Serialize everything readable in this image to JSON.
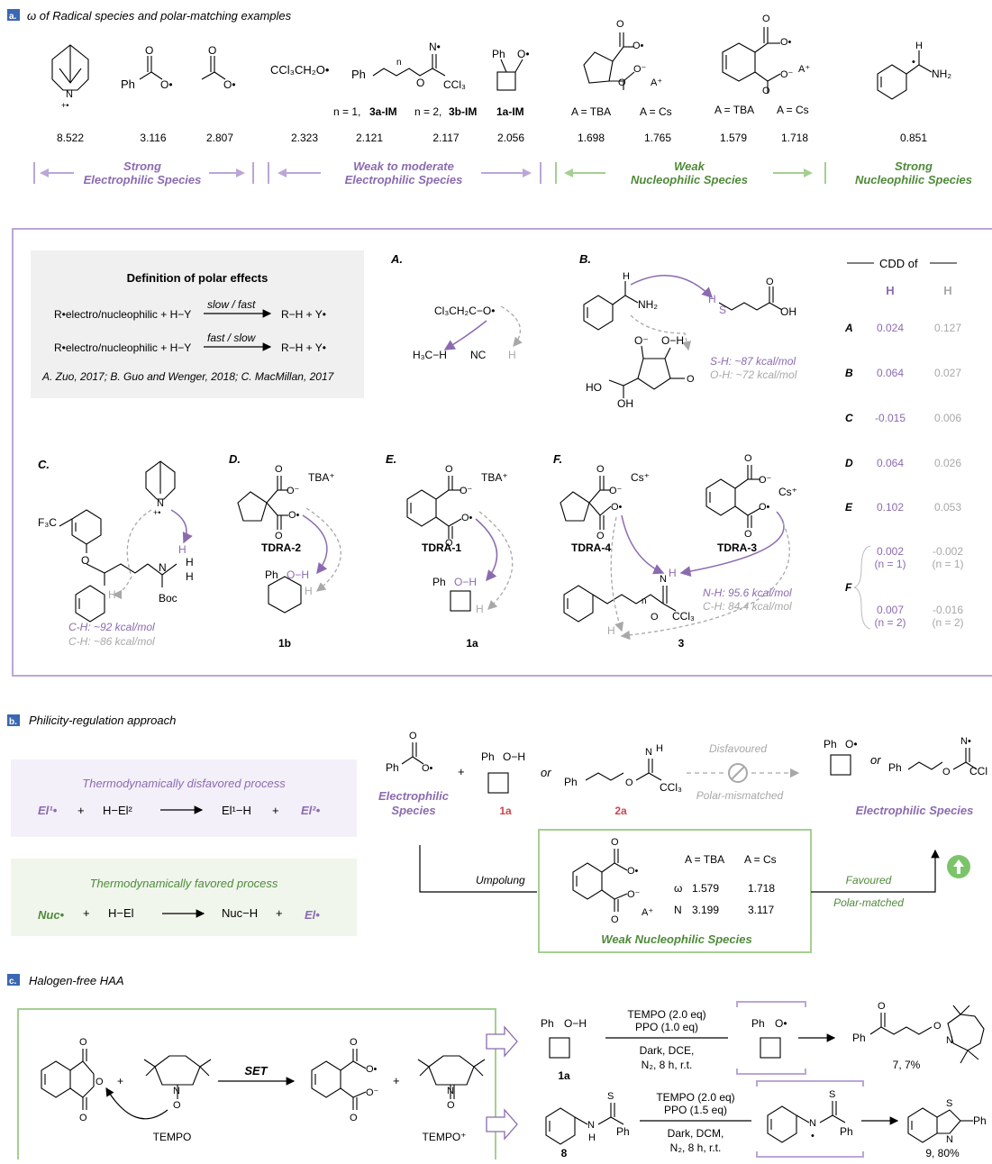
{
  "panel_a": {
    "tag": "a.",
    "title": "ω of Radical species and polar-matching examples",
    "species_labels": {
      "ccl3ch2o": "CCl₃CH₂O•",
      "ph_a": "Ph",
      "ph_b": "Ph",
      "ph_c": "Ph",
      "nh2": "NH₂",
      "ccl3": "CCl₃",
      "n_sub": "n",
      "aplus_1": "A⁺",
      "aplus_2": "A⁺",
      "o_minus": "O⁻"
    },
    "compound_labels": {
      "c3a_prefix": "n = 1,",
      "c3a": "3a-IM",
      "c3b_prefix": "n = 2,",
      "c3b": "3b-IM",
      "c1a": "1a-IM",
      "a_tba_1": "A = TBA",
      "a_cs_1": "A = Cs",
      "a_tba_2": "A = TBA",
      "a_cs_2": "A = Cs"
    },
    "omega_values": [
      "8.522",
      "3.116",
      "2.807",
      "2.323",
      "2.121",
      "2.117",
      "2.056",
      "1.698",
      "1.765",
      "1.579",
      "1.718",
      "0.851"
    ],
    "categories": [
      {
        "line1": "Strong",
        "line2": "Electrophilic Species"
      },
      {
        "line1": "Weak to moderate",
        "line2": "Electrophilic Species"
      },
      {
        "line1": "Weak",
        "line2": "Nucleophilic Species"
      },
      {
        "line1": "Strong",
        "line2": "Nucleophilic Species"
      }
    ],
    "definition": {
      "title": "Definition of polar effects",
      "eq1_lhs": "R•electro/nucleophilic +  H−Y",
      "eq1_arrow": "slow / fast",
      "eq1_rhs": "R−H  +  Y•",
      "eq2_lhs": "R•electro/nucleophilic +  H−Y",
      "eq2_arrow": "fast / slow",
      "eq2_rhs": "R−H  +  Y•",
      "refs": "A. Zuo, 2017; B. Guo and Wenger, 2018; C. MacMillan, 2017"
    },
    "case_labels": {
      "A": "A.",
      "B": "B.",
      "C": "C.",
      "D": "D.",
      "E": "E.",
      "F": "F."
    },
    "case_texts": {
      "a_ccl3ch2o": "Cl₃CH₂C−O•",
      "a_h3ch": "H₃C−H",
      "a_nc": "NC",
      "b_nh2": "NH₂",
      "b_oh": "OH",
      "b_sh": "S-H: ~87 kcal/mol",
      "b_oh_bde": "O-H: ~72 kcal/mol",
      "b_ho": "HO",
      "b_oh2": "OH",
      "c_f3c": "F₃C",
      "c_boc": "Boc",
      "c_ch1": "C-H: ~92 kcal/mol",
      "c_ch2": "C-H: ~86 kcal/mol",
      "d_tba": "TBA⁺",
      "d_name": "TDRA-2",
      "d_ph": "Ph",
      "d_cmpd": "1b",
      "e_tba": "TBA⁺",
      "e_name": "TDRA-1",
      "e_ph": "Ph",
      "e_cmpd": "1a",
      "f_cs1": "Cs⁺",
      "f_cs2": "Cs⁺",
      "f_name1": "TDRA-4",
      "f_name2": "TDRA-3",
      "f_nh": "N-H: 95.6 kcal/mol",
      "f_ch": "C-H: 84.4 kcal/mol",
      "f_ccl3": "CCl₃",
      "f_cmpd": "3"
    },
    "cdd": {
      "title": "CDD of",
      "col1": "H",
      "col2": "H",
      "rows": [
        {
          "label": "A",
          "v1": "0.024",
          "v2": "0.127"
        },
        {
          "label": "B",
          "v1": "0.064",
          "v2": "0.027"
        },
        {
          "label": "C",
          "v1": "-0.015",
          "v2": "0.006"
        },
        {
          "label": "D",
          "v1": "0.064",
          "v2": "0.026"
        },
        {
          "label": "E",
          "v1": "0.102",
          "v2": "0.053"
        }
      ],
      "f_label": "F",
      "f_rows": [
        {
          "v1": "0.002",
          "n1": "(n = 1)",
          "v2": "-0.002",
          "n2": "(n = 1)"
        },
        {
          "v1": "0.007",
          "n1": "(n = 2)",
          "v2": "-0.016",
          "n2": "(n = 2)"
        }
      ]
    }
  },
  "panel_b": {
    "tag": "b.",
    "title": "Philicity-regulation approach",
    "disfavored_title": "Thermodynamically disfavored process",
    "disfavored_eq": {
      "a": "El¹•",
      "plus1": "+",
      "b": "H−El²",
      "c": "El¹−H",
      "plus2": "+",
      "d": "El²•"
    },
    "favored_title": "Thermodynamically favored process",
    "favored_eq": {
      "a": "Nuc•",
      "plus1": "+",
      "b": "H−El",
      "c": "Nuc−H",
      "plus2": "+",
      "d": "El•"
    },
    "electrophilic_left": {
      "line1": "Electrophilic",
      "line2": "Species"
    },
    "electrophilic_right": "Electrophilic Species",
    "or1": "or",
    "or2": "or",
    "plus": "+",
    "cmpd_1a": "1a",
    "cmpd_2a": "2a",
    "ph_labels": [
      "Ph",
      "Ph",
      "Ph",
      "Ph",
      "Ph"
    ],
    "oh_label": "O−H",
    "ccl3": "CCl₃",
    "ccl3_trunc": "CCl",
    "disfavoured": "Disfavoured",
    "polar_mismatched": "Polar-mismatched",
    "umpolung": "Umpolung",
    "favoured": "Favoured",
    "polar_matched": "Polar-matched",
    "weak_nuc": "Weak Nucleophilic Species",
    "aplus": "A⁺",
    "table": {
      "h1": "A = TBA",
      "h2": "A = Cs",
      "r1_label": "ω",
      "r1_v1": "1.579",
      "r1_v2": "1.718",
      "r2_label": "N",
      "r2_v1": "3.199",
      "r2_v2": "3.117"
    }
  },
  "panel_c": {
    "tag": "c.",
    "title": "Halogen-free HAA",
    "set": "SET",
    "tempo": "TEMPO",
    "tempo_plus": "TEMPO⁺",
    "plus": "+",
    "cond1": [
      "TEMPO (2.0 eq)",
      "PPO (1.0 eq)",
      "Dark, DCE,",
      "N₂, 8 h, r.t."
    ],
    "cond2": [
      "TEMPO (2.0 eq)",
      "PPO (1.5 eq)",
      "Dark, DCM,",
      "N₂, 8 h, r.t."
    ],
    "cmpd_1a": "1a",
    "cmpd_8": "8",
    "prod7": "7, 7%",
    "prod9": "9, 80%",
    "ph": "Ph",
    "oh": "O−H"
  },
  "colors": {
    "purple": "#8b6bb0",
    "green": "#4f8a3a",
    "red": "#d0454c",
    "gray": "#a8a8a8",
    "box_purple": "#bba6d6",
    "box_green": "#a5cf92"
  }
}
